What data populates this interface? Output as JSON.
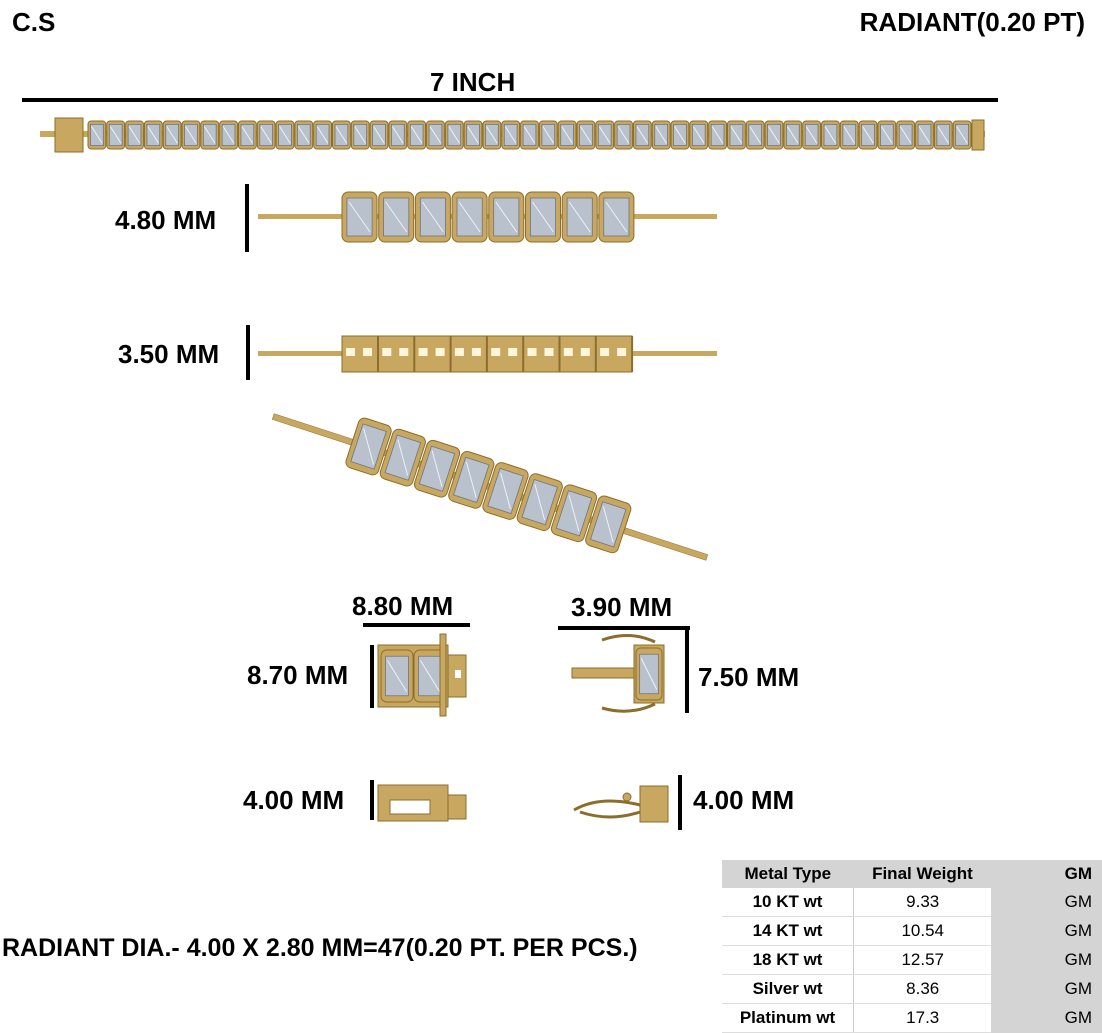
{
  "header": {
    "left_code": "C.S",
    "right_title": "RADIANT(0.20 PT)"
  },
  "dimensions": {
    "length": "7 INCH",
    "top_width": "4.80 MM",
    "side_height": "3.50 MM",
    "clasp_top_width": "8.80 MM",
    "clasp_top_height": "8.70 MM",
    "clasp_open_width": "3.90 MM",
    "clasp_open_height": "7.50 MM",
    "clasp_side_left": "4.00 MM",
    "clasp_side_right": "4.00 MM"
  },
  "stone_count": 47,
  "colors": {
    "gold": "#c8a860",
    "gold_dark": "#8c6e2c",
    "stone": "#b9c1cc"
  },
  "footer_note": "RADIANT DIA.- 4.00 X 2.80 MM=47(0.20 PT. PER PCS.)",
  "weights": {
    "headers": [
      "Metal Type",
      "Final Weight",
      "GM"
    ],
    "rows": [
      {
        "metal": "10 KT wt",
        "weight": "9.33",
        "unit": "GM"
      },
      {
        "metal": "14 KT wt",
        "weight": "10.54",
        "unit": "GM"
      },
      {
        "metal": "18 KT wt",
        "weight": "12.57",
        "unit": "GM"
      },
      {
        "metal": "Silver wt",
        "weight": "8.36",
        "unit": "GM"
      },
      {
        "metal": "Platinum wt",
        "weight": "17.3",
        "unit": "GM"
      }
    ]
  }
}
